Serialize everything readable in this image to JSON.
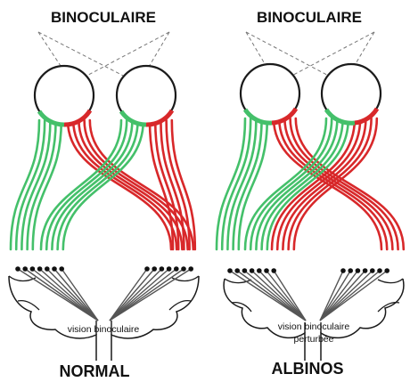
{
  "panels": [
    {
      "title": "BINOCULAIRE",
      "caption": "NORMAL",
      "brain_label_lines": [
        "vision binoculaire"
      ]
    },
    {
      "title": "BINOCULAIRE",
      "caption": "ALBINOS",
      "brain_label_lines": [
        "vision binoculaire",
        "perturbée"
      ]
    }
  ],
  "colors": {
    "nasal_fibers": "#44c06a",
    "temporal_fibers": "#d8282a",
    "outline": "#1a1a1a",
    "background": "#ffffff"
  }
}
